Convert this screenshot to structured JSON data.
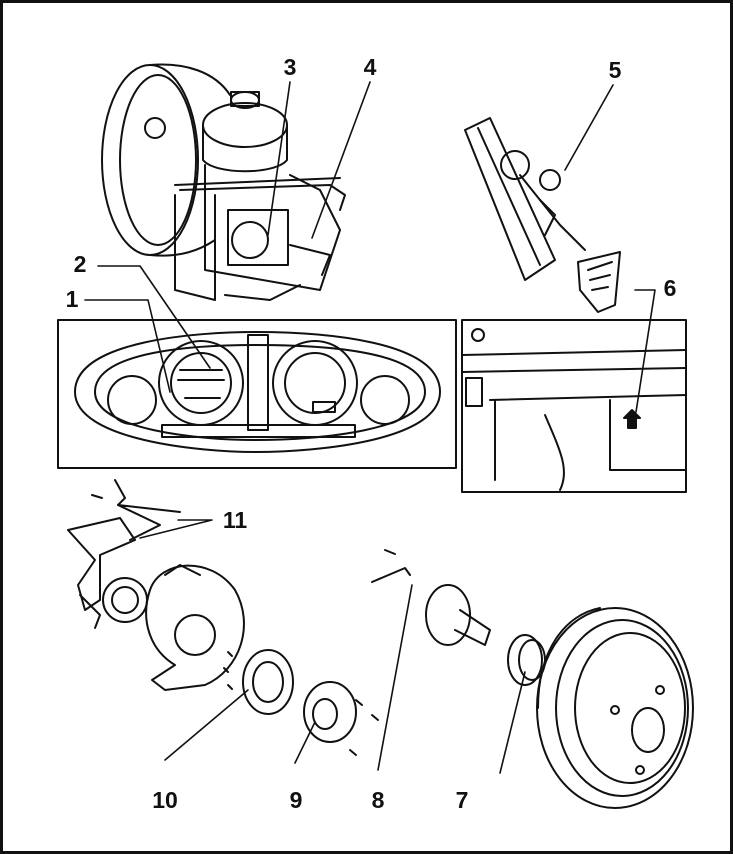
{
  "figure": {
    "labels": [
      "1",
      "2",
      "3",
      "4",
      "5",
      "6",
      "7",
      "8",
      "9",
      "10",
      "11"
    ]
  },
  "colors": {
    "ink": "#111111",
    "paper": "#ffffff"
  }
}
